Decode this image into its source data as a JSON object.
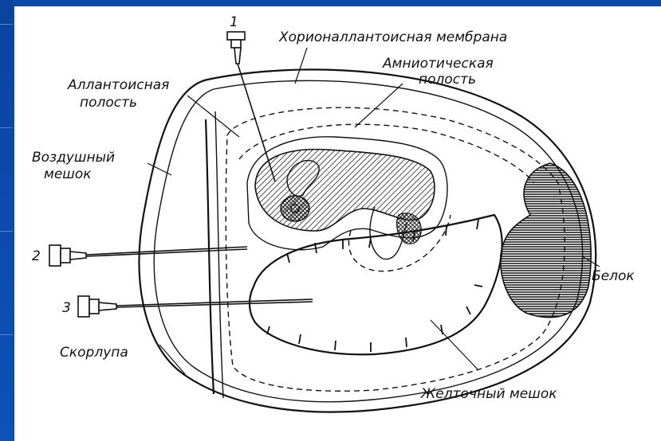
{
  "labels": {
    "chorioallantoic_membrane": "Хорионаллантоисная  мембрана",
    "amniotic_cavity_line1": "Амниотическая",
    "amniotic_cavity_line2": "полость",
    "allantoic_cavity_line1": "Аллантоисная",
    "allantoic_cavity_line2": "полость",
    "air_sac_line1": "Воздушный",
    "air_sac_line2": "мешок",
    "albumen": "Белок",
    "shell": "Скорлупа",
    "yolk_sac": "Желточный  мешок"
  },
  "needles": {
    "n1": "1",
    "n2": "2",
    "n3": "3"
  }
}
